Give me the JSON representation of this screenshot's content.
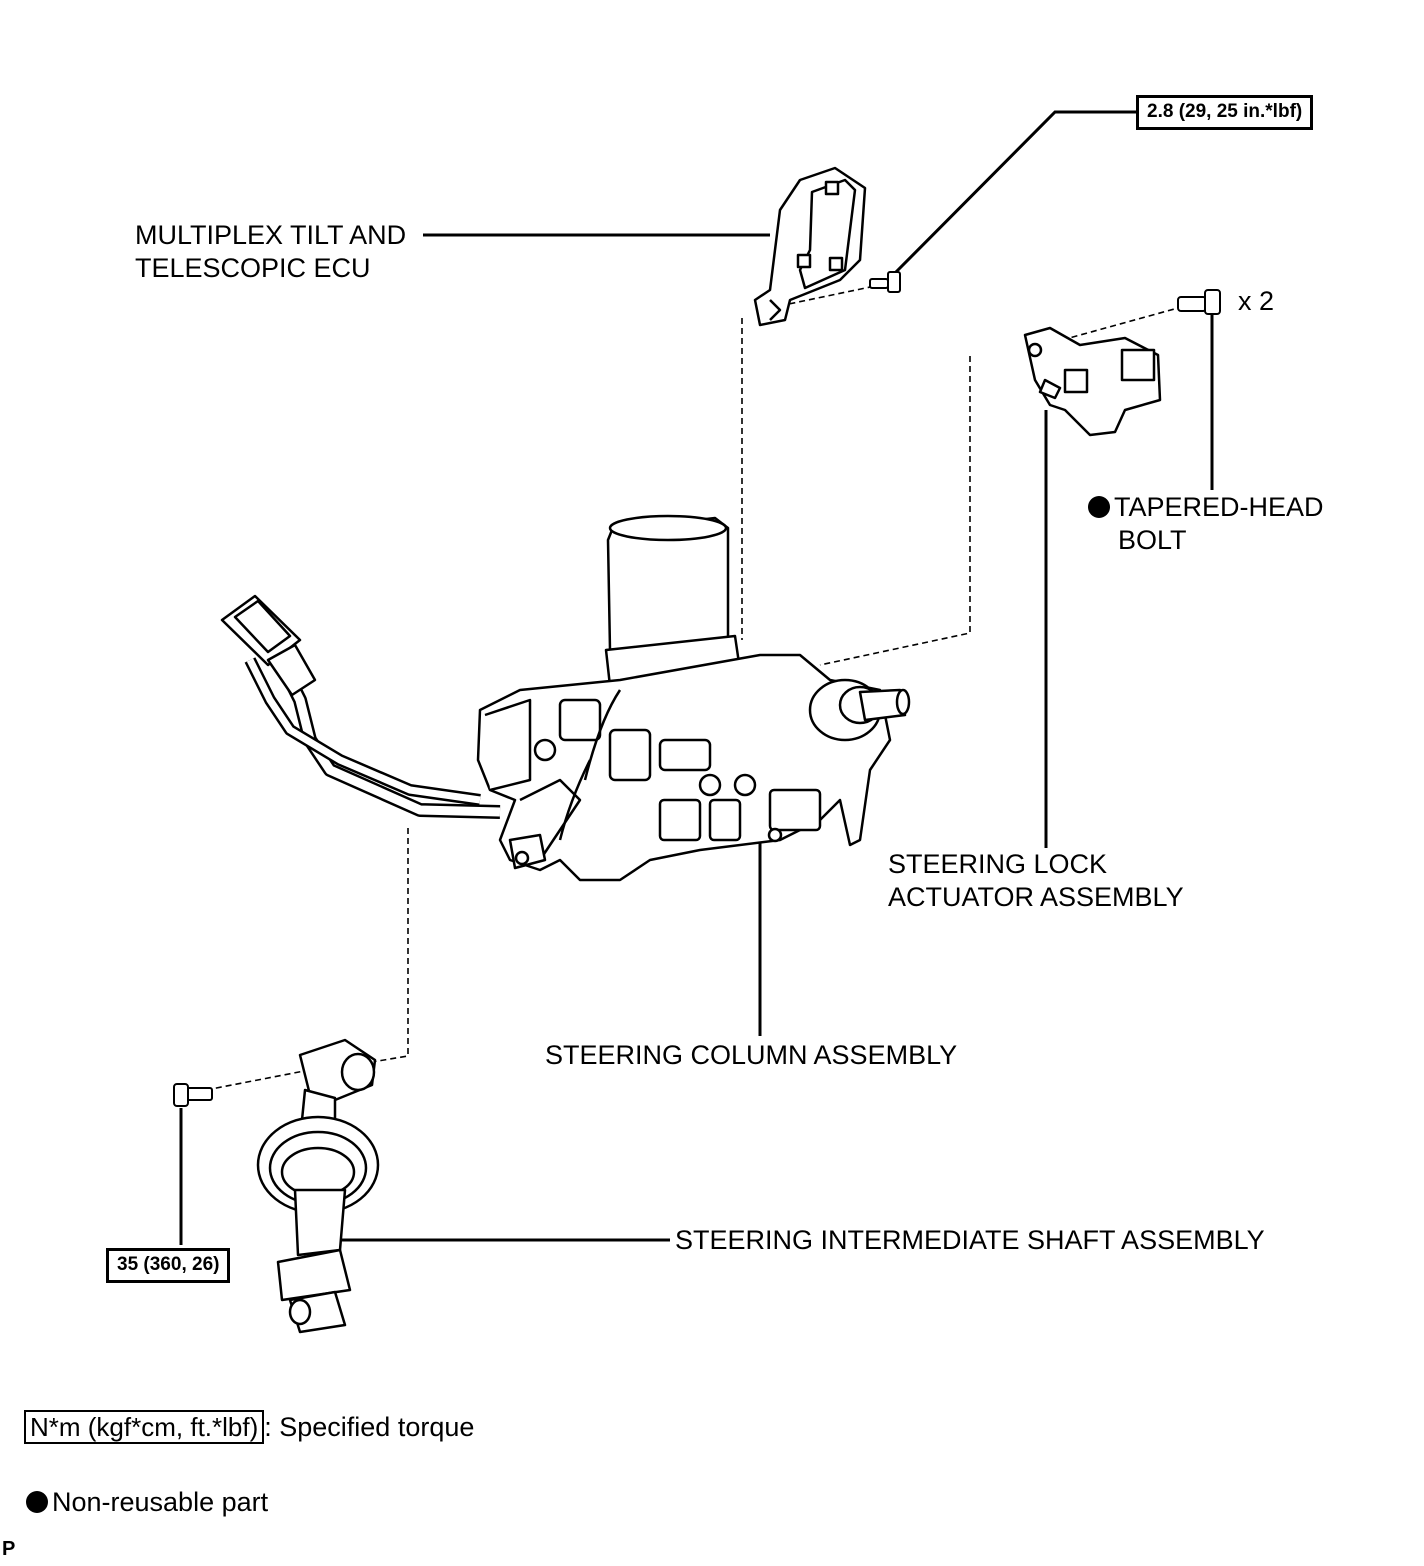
{
  "labels": {
    "multiplex_line1": "MULTIPLEX TILT AND",
    "multiplex_line2": "TELESCOPIC ECU",
    "tapered_line1": "TAPERED-HEAD",
    "tapered_line2": "BOLT",
    "quantity": "x 2",
    "lock_line1": "STEERING LOCK",
    "lock_line2": "ACTUATOR ASSEMBLY",
    "column": "STEERING COLUMN ASSEMBLY",
    "shaft": "STEERING INTERMEDIATE SHAFT ASSEMBLY"
  },
  "torques": {
    "ecu_bolt": "2.8 (29, 25 in.*lbf)",
    "shaft_bolt": "35 (360, 26)"
  },
  "legend": {
    "torque_unit": "N*m (kgf*cm, ft.*lbf)",
    "torque_text": ": Specified torque",
    "nonreusable_text": "Non-reusable part"
  },
  "corner_mark": "P",
  "icons": {
    "nonreusable": "filled-black-circle-icon"
  }
}
